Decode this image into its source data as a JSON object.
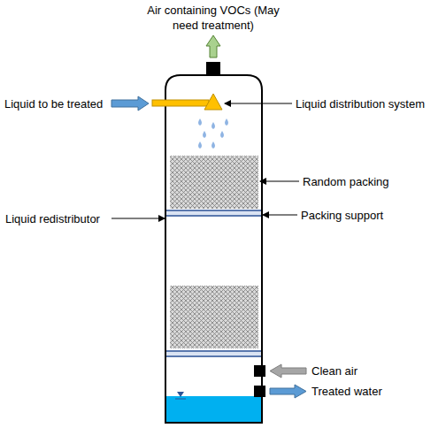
{
  "diagram": {
    "labels": [
      "Air containing VOCs (May need treatment)",
      "Liquid to be treated",
      "Liquid distribution system",
      "Random packing",
      "Packing support",
      "Liquid redistributor",
      "Clean air",
      "Treated water"
    ]
  }
}
